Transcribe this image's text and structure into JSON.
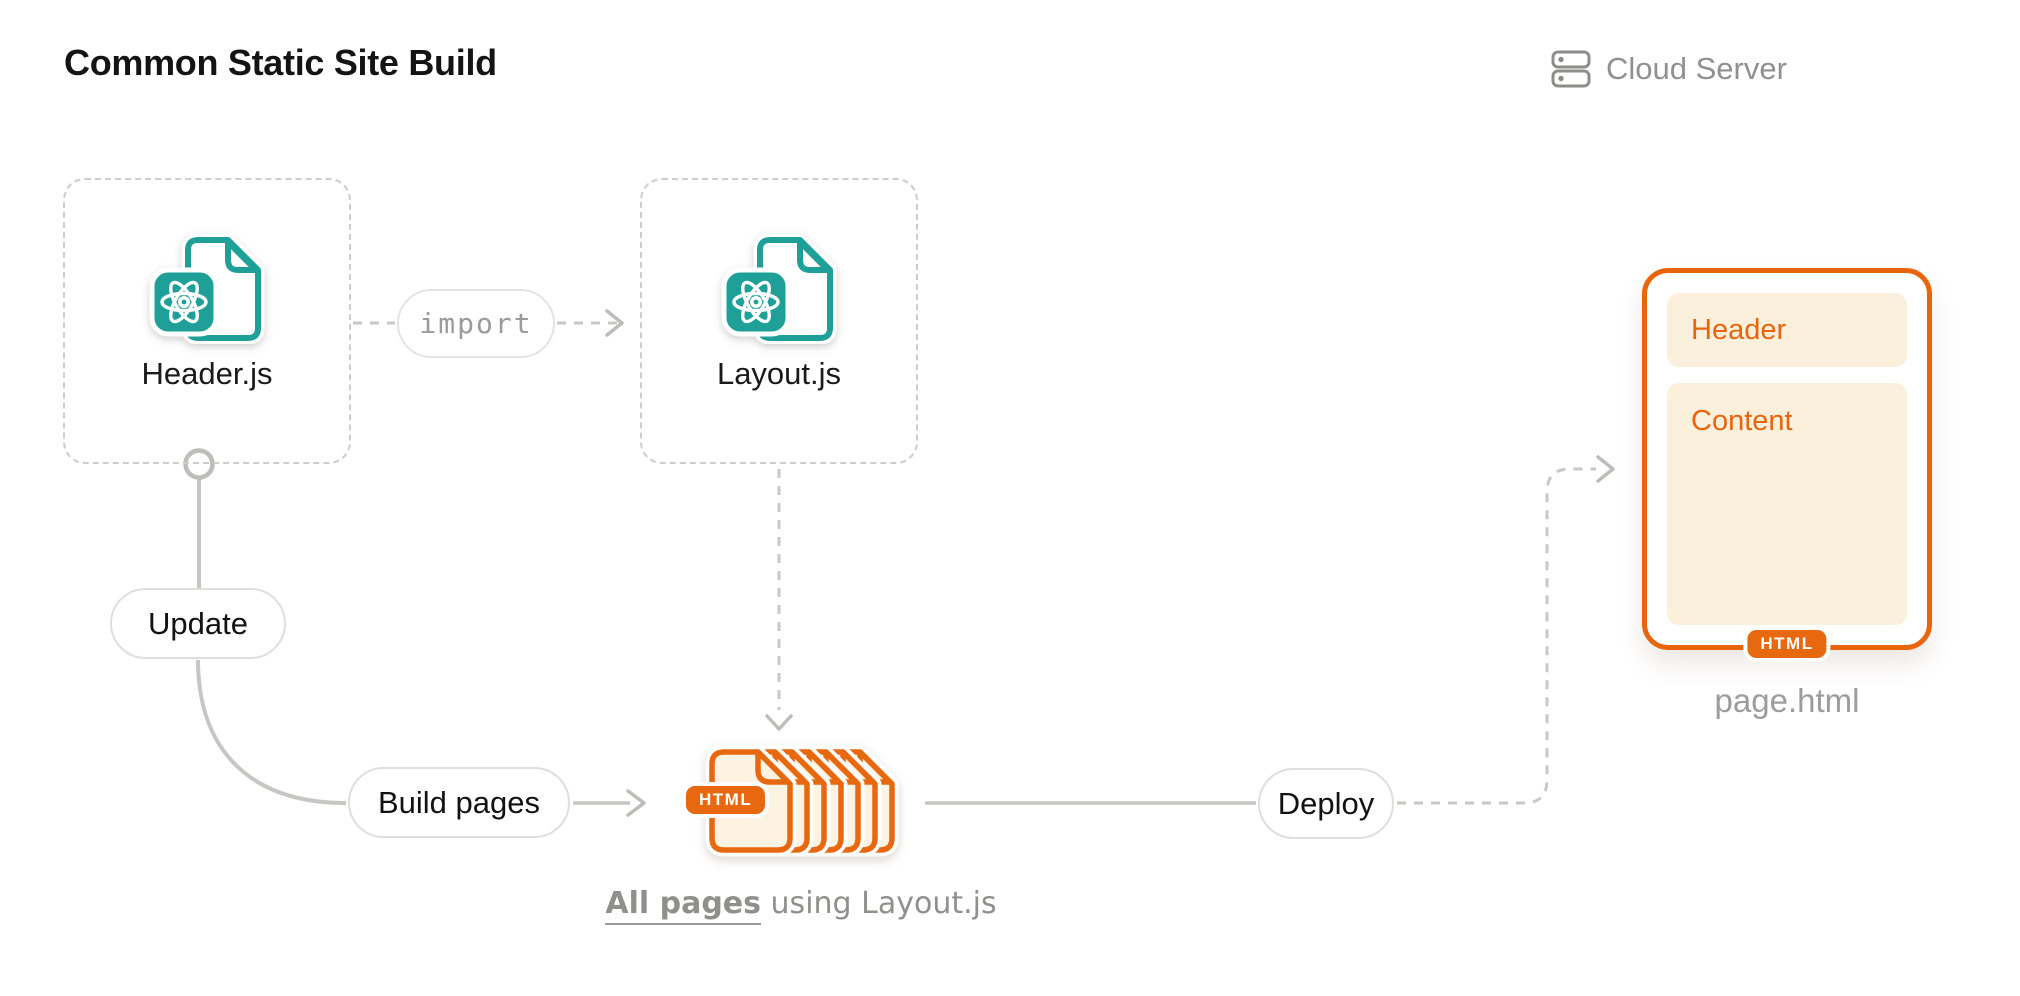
{
  "title": "Common Static Site Build",
  "cloud_server": {
    "label": "Cloud Server",
    "icon": "server-icon"
  },
  "files": {
    "header": {
      "label": "Header.js",
      "icon": "react-file-icon"
    },
    "layout": {
      "label": "Layout.js",
      "icon": "react-file-icon"
    }
  },
  "pills": {
    "import": "import",
    "update": "Update",
    "build": "Build pages",
    "deploy": "Deploy"
  },
  "stack": {
    "icon": "html-pages-stack-icon",
    "badge": "HTML",
    "caption_link": "All pages",
    "caption_rest": "using Layout.js"
  },
  "preview": {
    "header": "Header",
    "content": "Content",
    "badge": "HTML",
    "filename": "page.html"
  },
  "colors": {
    "accent_orange": "#E8650D",
    "badge_orange": "#E8680F",
    "cream_fill": "#FBF0DB",
    "teal": "#1EA099",
    "line_gray": "#C6C6C2",
    "text_gray": "#8F8F8B"
  }
}
